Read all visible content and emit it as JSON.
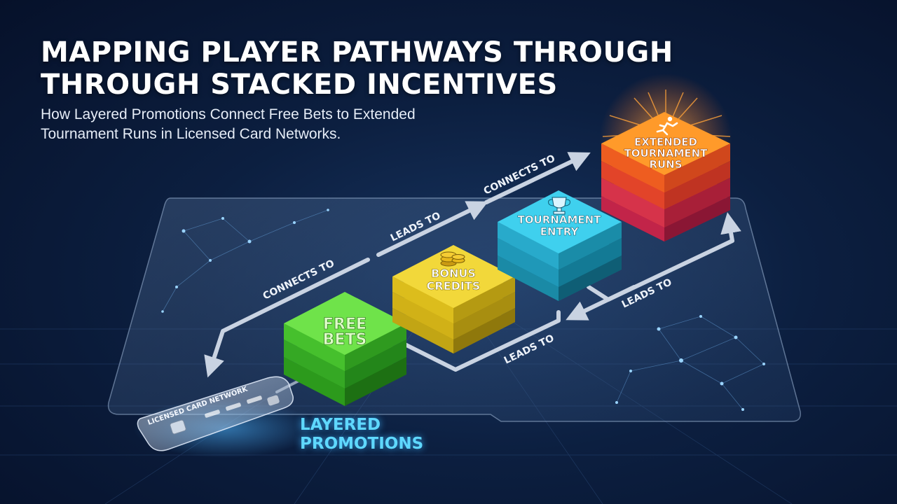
{
  "header": {
    "title_line1": "MAPPING PLAYER PATHWAYS THROUGH",
    "title_line2": "THROUGH STACKED INCENTIVES",
    "subtitle_line1": "How Layered Promotions Connect Free Bets to Extended",
    "subtitle_line2": "Tournament Runs in Licensed Card Networks."
  },
  "card": {
    "label": "LICENSED CARD NETWORK"
  },
  "caption": {
    "line1": "LAYERED",
    "line2": "PROMOTIONS"
  },
  "stacks": {
    "free_bets": {
      "line1": "FREE",
      "line2": "BETS",
      "color": "#3fc42a"
    },
    "bonus_credits": {
      "line1": "BONUS",
      "line2": "CREDITS",
      "color": "#e3c520"
    },
    "tournament_entry": {
      "line1": "TOURNAMENT",
      "line2": "ENTRY",
      "color": "#2bb4d4"
    },
    "extended_runs": {
      "line1": "EXTENDED",
      "line2": "TOURNAMENT",
      "line3": "RUNS",
      "color": "#f0552a"
    }
  },
  "connectors": {
    "connects_to_1": "CONNECTS TO",
    "leads_to_1": "LEADS TO",
    "connects_to_2": "CONNECTS TO",
    "leads_to_2": "LEADS TO",
    "leads_to_3": "LEADS TO"
  },
  "icons": {
    "coins": "coins-icon",
    "trophy": "trophy-icon",
    "runner": "runner-icon"
  }
}
